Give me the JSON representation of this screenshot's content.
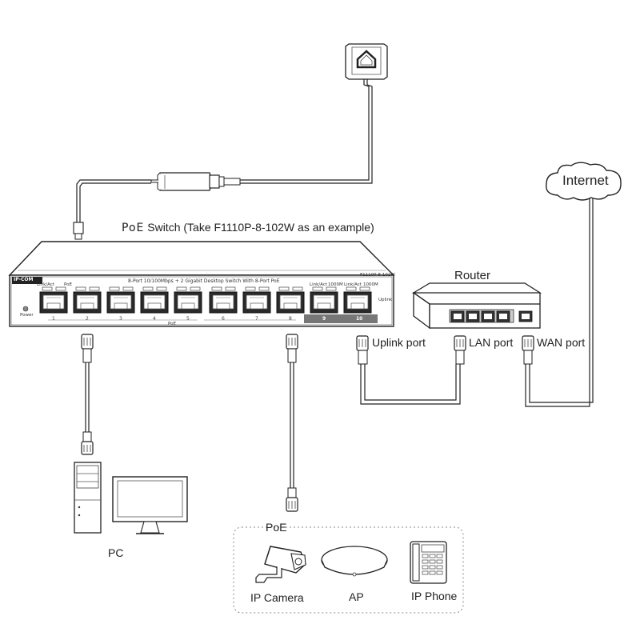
{
  "switch": {
    "title_prefix": "PoE",
    "title_rest": "Switch (Take F1110P-8-102W as an example)",
    "brand": "IP-COM",
    "model": "F1110P-8-102W",
    "description": "8-Port 10/100Mbps + 2 Gigabit Desktop Switch With 8-Port PoE",
    "link_act_left": "Link/Act",
    "poe_top": "PoE",
    "link_act_9": "Link/Act",
    "speed_9": "1000M",
    "link_act_10": "Link/Act",
    "speed_10": "1000M",
    "uplink_side": "Uplink",
    "power_label": "Power",
    "poe_bottom": "PoE",
    "port_numbers": [
      "1",
      "2",
      "3",
      "4",
      "5",
      "6",
      "7",
      "8",
      "9",
      "10"
    ]
  },
  "internet": {
    "label": "Internet"
  },
  "router": {
    "label": "Router",
    "uplink_port": "Uplink port",
    "lan_port": "LAN port",
    "wan_port": "WAN port"
  },
  "pc": {
    "label": "PC"
  },
  "poe_devices": {
    "group_label": "PoE",
    "camera": "IP Camera",
    "ap": "AP",
    "phone": "IP Phone"
  }
}
